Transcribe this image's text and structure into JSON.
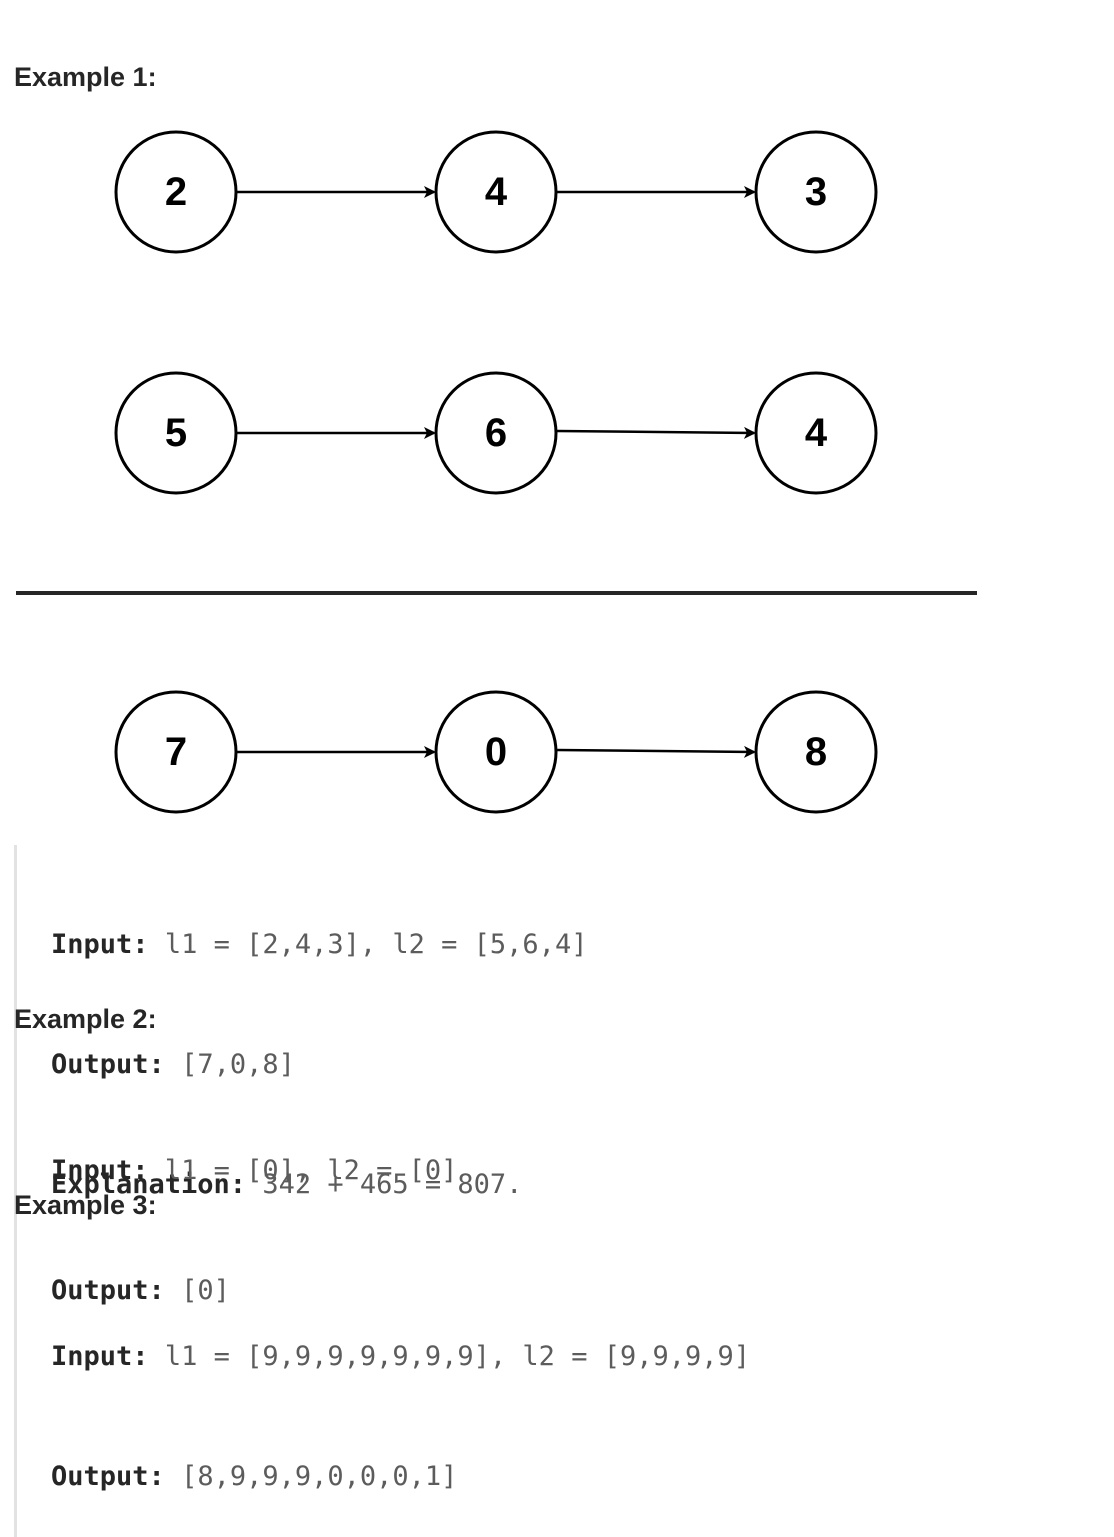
{
  "examples": [
    {
      "heading": "Example 1:",
      "diagram": {
        "lists": [
          {
            "nodes": [
              "2",
              "4",
              "3"
            ]
          },
          {
            "nodes": [
              "5",
              "6",
              "4"
            ]
          },
          {
            "nodes": [
              "7",
              "0",
              "8"
            ]
          }
        ]
      },
      "lines": [
        {
          "label": "Input:",
          "value": "l1 = [2,4,3], l2 = [5,6,4]"
        },
        {
          "label": "Output:",
          "value": "[7,0,8]"
        },
        {
          "label": "Explanation:",
          "value": "342 + 465 = 807."
        }
      ]
    },
    {
      "heading": "Example 2:",
      "lines": [
        {
          "label": "Input:",
          "value": "l1 = [0], l2 = [0]"
        },
        {
          "label": "Output:",
          "value": "[0]"
        }
      ]
    },
    {
      "heading": "Example 3:",
      "lines": [
        {
          "label": "Input:",
          "value": "l1 = [9,9,9,9,9,9,9], l2 = [9,9,9,9]"
        },
        {
          "label": "Output:",
          "value": "[8,9,9,9,0,0,0,1]"
        }
      ]
    }
  ]
}
